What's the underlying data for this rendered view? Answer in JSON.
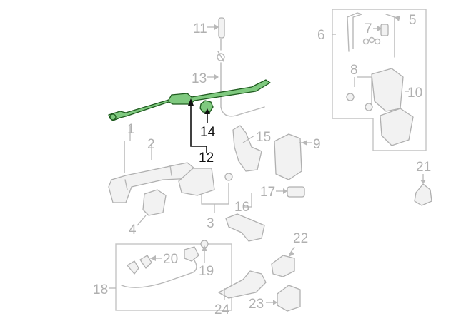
{
  "diagram": {
    "callouts": [
      {
        "id": "1",
        "label": "1"
      },
      {
        "id": "2",
        "label": "2"
      },
      {
        "id": "3",
        "label": "3"
      },
      {
        "id": "4",
        "label": "4"
      },
      {
        "id": "5",
        "label": "5"
      },
      {
        "id": "6",
        "label": "6"
      },
      {
        "id": "7",
        "label": "7"
      },
      {
        "id": "8",
        "label": "8"
      },
      {
        "id": "9",
        "label": "9"
      },
      {
        "id": "10",
        "label": "10"
      },
      {
        "id": "11",
        "label": "11"
      },
      {
        "id": "12",
        "label": "12"
      },
      {
        "id": "13",
        "label": "13"
      },
      {
        "id": "14",
        "label": "14"
      },
      {
        "id": "15",
        "label": "15"
      },
      {
        "id": "16",
        "label": "16"
      },
      {
        "id": "17",
        "label": "17"
      },
      {
        "id": "18",
        "label": "18"
      },
      {
        "id": "19",
        "label": "19"
      },
      {
        "id": "20",
        "label": "20"
      },
      {
        "id": "21",
        "label": "21"
      },
      {
        "id": "22",
        "label": "22"
      },
      {
        "id": "23",
        "label": "23"
      },
      {
        "id": "24",
        "label": "24"
      }
    ],
    "highlighted_parts": [
      "12",
      "14"
    ],
    "colors": {
      "highlight_fill": "#7fc97f",
      "highlight_stroke": "#1e5a1e",
      "muted_line": "#b8b8b8",
      "active_label": "#111111"
    }
  }
}
